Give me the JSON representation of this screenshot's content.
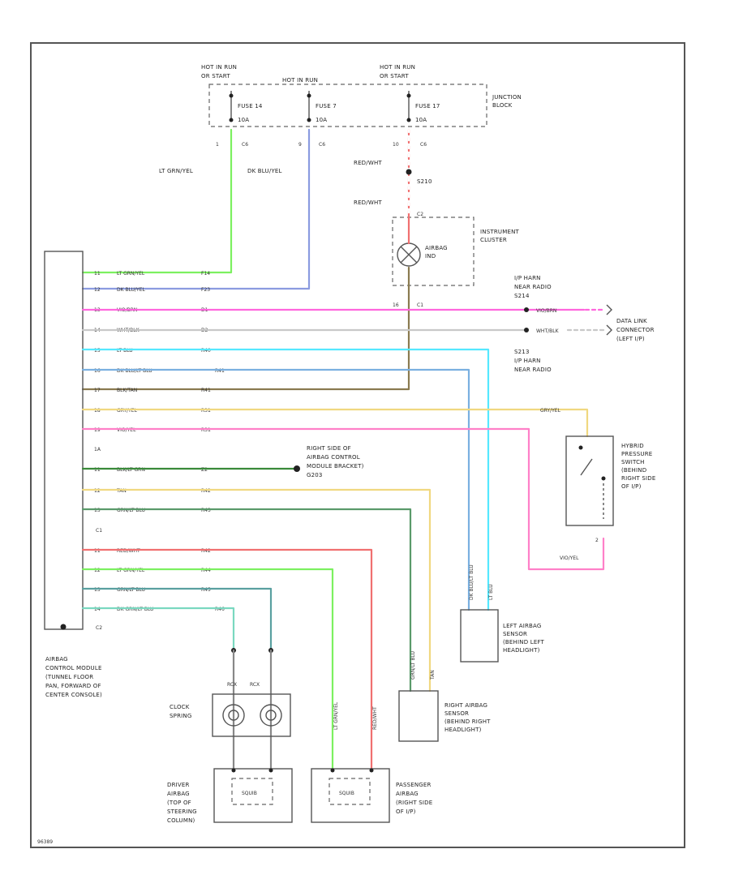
{
  "junction_block": {
    "label_1": "HOT IN RUN",
    "label_1b": "OR START",
    "label_2": "HOT IN RUN",
    "label_3": "HOT IN RUN",
    "label_3b": "OR START",
    "name": "JUNCTION",
    "name_b": "BLOCK",
    "fuses": [
      {
        "label": "FUSE 14",
        "amps": "10A",
        "pin": "1",
        "conn": "C6"
      },
      {
        "label": "FUSE 7",
        "amps": "10A",
        "pin": "9",
        "conn": "C6"
      },
      {
        "label": "FUSE 17",
        "amps": "10A",
        "pin": "10",
        "conn": "C6"
      }
    ]
  },
  "wires": {
    "fuse14": "LT GRN/YEL",
    "fuse7": "DK BLU/YEL",
    "fuse17a": "RED/WHT",
    "splice1": "S210",
    "fuse17b": "RED/WHT"
  },
  "cluster": {
    "name": "INSTRUMENT",
    "name_b": "CLUSTER",
    "lamp": "AIRBAG",
    "lamp_b": "IND",
    "pin_top": "C2",
    "pin_bot": "16",
    "conn_bot": "C1"
  },
  "module": {
    "name": "AIRBAG",
    "name_b": "CONTROL MODULE",
    "name_c": "(TUNNEL FLOOR",
    "name_d": "PAN, FORWARD OF",
    "name_e": "CENTER CONSOLE)",
    "c1": "C1",
    "c2": "C2"
  },
  "c1_rows": [
    {
      "pin": "11",
      "color": "LT GRN/YEL",
      "cav": "F14"
    },
    {
      "pin": "12",
      "color": "DK BLU/YEL",
      "cav": "F23"
    },
    {
      "pin": "13",
      "color": "VIO/BRN",
      "cav": "D1"
    },
    {
      "pin": "14",
      "color": "WHT/BLK",
      "cav": "D2"
    },
    {
      "pin": "15",
      "color": "LT BLU",
      "cav": "R40"
    },
    {
      "pin": "16",
      "color": "DK BLU/LT BLU",
      "cav": "R41"
    },
    {
      "pin": "17",
      "color": "BLK/TAN",
      "cav": "R41"
    },
    {
      "pin": "18",
      "color": "GRY/YEL",
      "cav": "R31"
    },
    {
      "pin": "19",
      "color": "VIO/YEL",
      "cav": "R31"
    },
    {
      "pin": "1A",
      "color": "",
      "cav": ""
    },
    {
      "pin": "11",
      "color": "BLK/LT GRN",
      "cav": "Z2"
    },
    {
      "pin": "12",
      "color": "TAN",
      "cav": "R42"
    },
    {
      "pin": "13",
      "color": "GRN/LT BLU",
      "cav": "R43"
    }
  ],
  "c2_rows": [
    {
      "pin": "11",
      "color": "RED/WHT",
      "cav": "R42"
    },
    {
      "pin": "12",
      "color": "LT GRN/YEL",
      "cav": "R44"
    },
    {
      "pin": "13",
      "color": "GRN/LT BLU",
      "cav": "R45"
    },
    {
      "pin": "14",
      "color": "DK GRN/LT BLU",
      "cav": "R46"
    }
  ],
  "right_side": {
    "splice_top": "I/P HARN",
    "splice_top_b": "NEAR RADIO",
    "splice_top_c": "S214",
    "vio_brn": "VIO/BRN",
    "wht_blk": "WHT/BLK",
    "dlc": "DATA LINK",
    "dlc_b": "CONNECTOR",
    "dlc_c": "(LEFT I/P)",
    "splice_mid": "S213",
    "splice_mid_b": "I/P HARN",
    "splice_mid_c": "NEAR RADIO",
    "gry_yel": "GRY/YEL",
    "ground": "RIGHT SIDE OF",
    "ground_b": "AIRBAG CONTROL",
    "ground_c": "MODULE BRACKET)",
    "ground_d": "G203",
    "hybrid": "HYBRID",
    "hybrid_b": "PRESSURE",
    "hybrid_c": "SWITCH",
    "hybrid_d": "(BEHIND",
    "hybrid_e": "RIGHT SIDE",
    "hybrid_f": "OF I/P)",
    "vio_yel": "VIO/YEL",
    "hybrid_pin": "2"
  },
  "sensors": {
    "left": "LEFT AIRBAG",
    "left_b": "SENSOR",
    "left_c": "(BEHIND LEFT",
    "left_d": "HEADLIGHT)",
    "right": "RIGHT AIRBAG",
    "right_b": "SENSOR",
    "right_c": "(BEHIND RIGHT",
    "right_d": "HEADLIGHT)",
    "lblu_w1": "DK BLU/LT BLU",
    "lblu_w2": "LT BLU",
    "r_w1": "GRN/LT BLU",
    "r_w2": "TAN"
  },
  "clock": {
    "name": "CLOCK",
    "name_b": "SPRING",
    "w1": "RCX",
    "w2": "RCX"
  },
  "driver": {
    "name": "DRIVER",
    "name_b": "AIRBAG",
    "name_c": "(TOP OF",
    "name_d": "STEERING",
    "name_e": "COLUMN)",
    "inner": "SQUIB"
  },
  "passenger": {
    "name": "PASSENGER",
    "name_b": "AIRBAG",
    "name_c": "(RIGHT SIDE",
    "name_d": "OF I/P)",
    "inner": "SQUIB",
    "w1": "LT GRN/YEL",
    "w2": "RED/WHT"
  },
  "footer": "96389"
}
